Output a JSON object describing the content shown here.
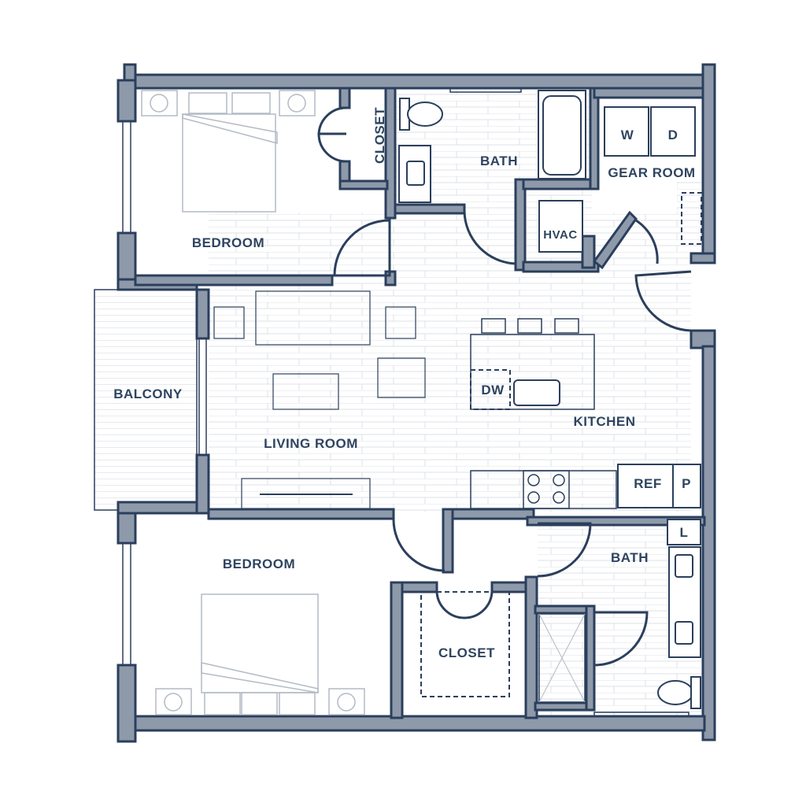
{
  "colors": {
    "wall_fill": "#8e9aaa",
    "wall_stroke": "#2b3f5c",
    "label": "#2e4460",
    "fixture_line": "#b3bac5"
  },
  "rooms": {
    "bedroom_1": "BEDROOM",
    "closet_1": "CLOSET",
    "bath_1": "BATH",
    "gear_room": "GEAR ROOM",
    "washer": "W",
    "dryer": "D",
    "hvac": "HVAC",
    "balcony": "BALCONY",
    "living_room": "LIVING ROOM",
    "kitchen": "KITCHEN",
    "dishwasher": "DW",
    "refrigerator": "REF",
    "pantry": "P",
    "bedroom_2": "BEDROOM",
    "closet_2": "CLOSET",
    "bath_2": "BATH",
    "linen": "L"
  }
}
